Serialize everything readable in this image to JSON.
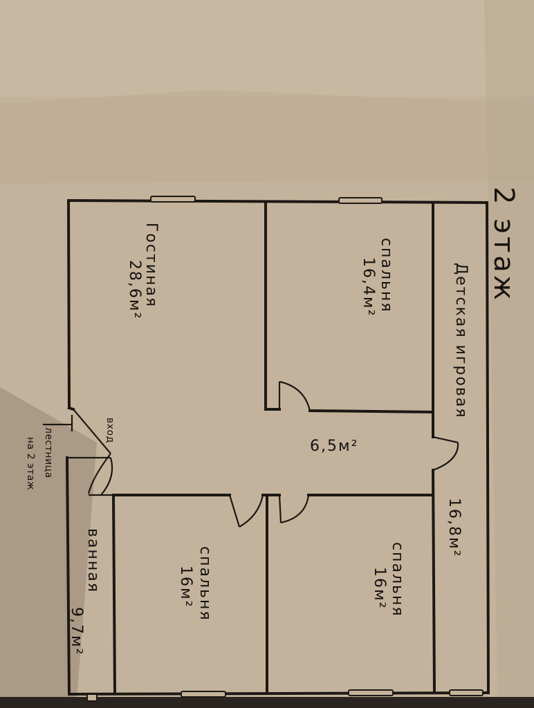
{
  "plan": {
    "title": "2 этаж",
    "rooms": {
      "living": {
        "name": "Гостиная",
        "area": "28,6м²"
      },
      "bedroom_top": {
        "name": "спальня",
        "area": "16,4м²"
      },
      "kids": {
        "name": "Детская игровая",
        "area": "16,8м²"
      },
      "hall": {
        "area": "6,5м²"
      },
      "bedroom_bottom_left": {
        "name": "спальня",
        "area": "16м²"
      },
      "bedroom_bottom_right": {
        "name": "спальня",
        "area": "16м²"
      },
      "bath": {
        "name": "ванная",
        "area": "9,7м²"
      }
    },
    "entrance": "вход",
    "stairs": {
      "line1": "лестница",
      "line2": "на 2 этаж"
    }
  },
  "colors": {
    "ink": "#1c1814",
    "paper": "#c2b29a"
  }
}
